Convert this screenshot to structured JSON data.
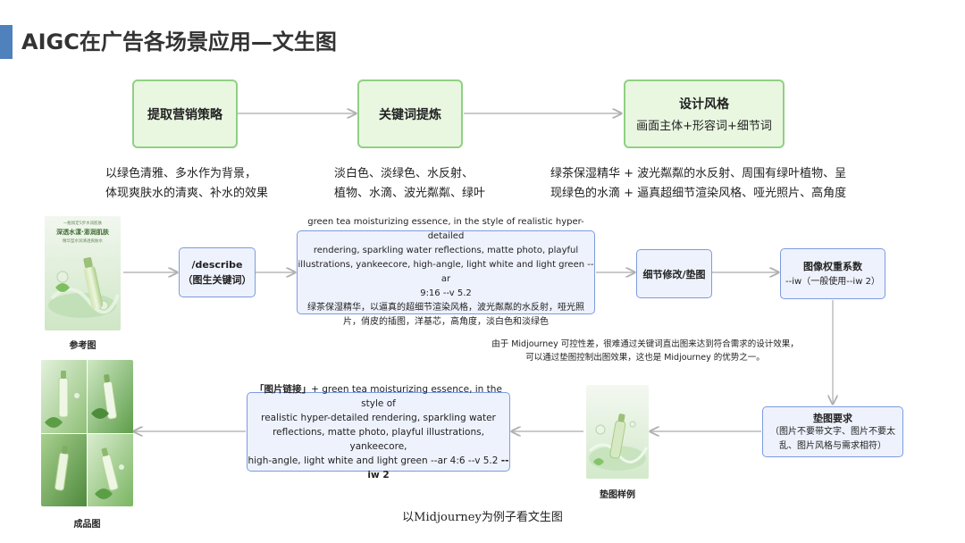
{
  "header": {
    "title": "AIGC在广告各场景应用—文生图"
  },
  "top_flow": [
    {
      "title": "提取营销策略",
      "subtitle": ""
    },
    {
      "title": "关键词提炼",
      "subtitle": ""
    },
    {
      "title": "设计风格",
      "subtitle": "画面主体+形容词+细节词"
    }
  ],
  "top_desc": [
    [
      "以绿色清雅、多水作为背景，",
      "体现爽肤水的清爽、补水的效果"
    ],
    [
      "淡白色、淡绿色、水反射、",
      "植物、水滴、波光粼粼、绿叶"
    ],
    [
      "绿茶保湿精华 + 波光粼粼的水反射、周围有绿叶植物、呈",
      "现绿色的水滴 + 逼真超细节渲染风格、哑光照片、高角度"
    ]
  ],
  "reference": {
    "caption": "参考图",
    "poster_small": "一瓶搞定5步水润肌肤",
    "poster_big": "深透水漾·澎润肌肤",
    "poster_sub": "精华型水润清透爽肤水"
  },
  "describe_box": {
    "line1": "/describe",
    "line2": "（图生关键词）"
  },
  "prompt_box": {
    "lines": [
      "green tea moisturizing essence, in the style of realistic hyper-detailed",
      "rendering, sparkling water reflections, matte photo, playful",
      "illustrations, yankeecore, high-angle, light white and light green --ar",
      "9:16 --v 5.2",
      "绿茶保湿精华，以逼真的超细节渲染风格，波光粼粼的水反射，哑光照",
      "片，俏皮的插图，洋基芯，高角度，淡白色和淡绿色"
    ]
  },
  "detail_box": {
    "label": "细节修改/垫图"
  },
  "weight_box": {
    "title": "图像权重系数",
    "subtitle": "--iw（一般使用--iw 2）"
  },
  "note": {
    "line1": "由于 Midjourney 可控性差，很难通过关键词直出图来达到符合需求的设计效果，",
    "line2": "可以通过垫图控制出图效果，这也是 Midjourney 的优势之一。"
  },
  "pad_box": {
    "title": "垫图要求",
    "line1": "（图片不要带文字、图片不要太",
    "line2": "乱、图片风格与需求相符）"
  },
  "sample": {
    "caption": "垫图样例"
  },
  "final_prompt": {
    "bracket": "「图片链接」",
    "line1_rest": "+ green tea moisturizing essence, in the style of",
    "line2": "realistic hyper-detailed rendering, sparkling water",
    "line3": "reflections, matte photo, playful illustrations, yankeecore,",
    "line4_pre": "high-angle, light white and light green --ar 4:6 --v 5.2 ",
    "line4_bold": "--iw 2"
  },
  "result": {
    "caption": "成品图"
  },
  "footer": {
    "caption": "以Midjourney为例子看文生图"
  },
  "colors": {
    "accent_bar": "#4f81bd",
    "green_fill": "#e9f7e1",
    "green_border": "#90d083",
    "blue_fill": "#eef2fc",
    "blue_border": "#7d9be0",
    "arrow": "#b8b8b8"
  }
}
